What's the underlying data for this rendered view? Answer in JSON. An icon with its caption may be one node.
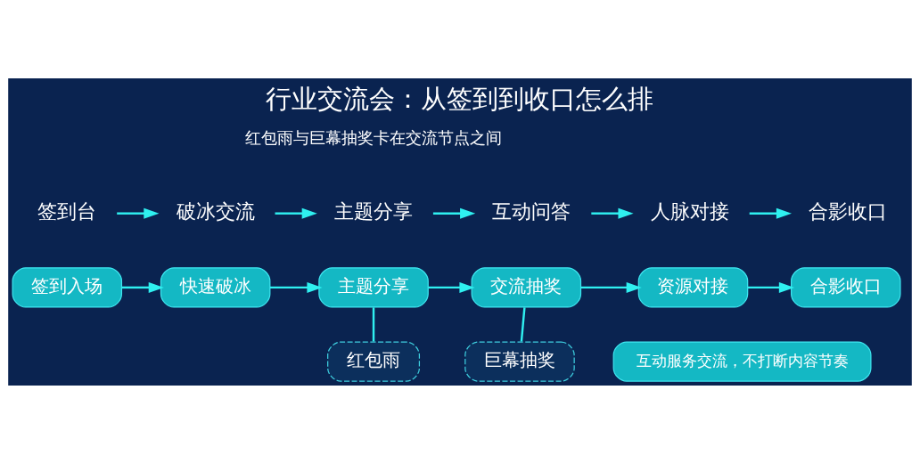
{
  "diagram": {
    "title": "行业交流会：从签到到收口怎么排",
    "nodes": [
      {
        "text": [
          "签到台"
        ]
      },
      {
        "text": [
          "破冰交流"
        ]
      },
      {
        "text": [
          "主题分享"
        ]
      },
      {
        "text": [
          "互动问答"
        ]
      },
      {
        "text": [
          "人脉对接"
        ]
      },
      {
        "text": [
          "合影收口"
        ]
      },
      {
        "text": [
          "签到入场"
        ]
      },
      {
        "text": [
          "快速破冰"
        ]
      },
      {
        "text": [
          "主题分享"
        ]
      },
      {
        "text": [
          "交流抽奖"
        ]
      },
      {
        "text": [
          "资源对接"
        ]
      },
      {
        "text": [
          "合影收口"
        ]
      },
      {
        "text": [
          "红包雨"
        ]
      },
      {
        "text": [
          "巨幕抽奖"
        ]
      },
      {
        "text": [
          "互动服务交流，不打断内容节奏"
        ]
      }
    ],
    "edges": [
      {
        "from": 0,
        "to": 1,
        "arrow": "to"
      },
      {
        "from": 1,
        "to": 2,
        "arrow": "to"
      },
      {
        "from": 2,
        "to": 3,
        "arrow": "to"
      },
      {
        "from": 3,
        "to": 4,
        "arrow": "to"
      },
      {
        "from": 4,
        "to": 5,
        "arrow": "to"
      },
      {
        "from": 6,
        "to": 7,
        "arrow": "to"
      },
      {
        "from": 7,
        "to": 8,
        "arrow": "to"
      },
      {
        "from": 8,
        "to": 9,
        "arrow": "to"
      },
      {
        "from": 9,
        "to": 10,
        "arrow": "to"
      },
      {
        "from": 10,
        "to": 11,
        "arrow": "to"
      },
      {
        "from": 8,
        "to": 12,
        "arrow": "none"
      },
      {
        "from": 9,
        "to": 13,
        "arrow": "none"
      }
    ],
    "labels": [
      "红包雨与巨幕抽奖卡在交流节点之间"
    ]
  }
}
